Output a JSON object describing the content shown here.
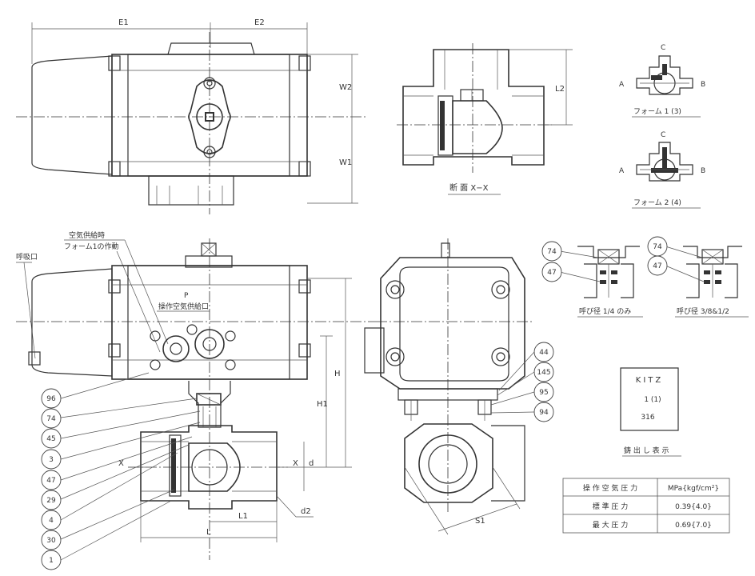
{
  "dimensions": {
    "e1": "E1",
    "e2": "E2",
    "w1": "W1",
    "w2": "W2",
    "l2": "L2",
    "h": "H",
    "h1": "H1",
    "l": "L",
    "l1": "L1",
    "d": "d",
    "d2": "d2",
    "s1": "S1"
  },
  "section_label": "断 面 X−X",
  "port_letters": {
    "a": "A",
    "b": "B",
    "c": "C"
  },
  "forms": [
    "フォーム 1 (3)",
    "フォーム 2 (4)"
  ],
  "section_markers": {
    "left": "X",
    "right": "X"
  },
  "annotations": {
    "air_supply": "空気供給時",
    "form1_action": "フォーム1の作動",
    "breath_port": "呼吸口",
    "port_p": "P",
    "op_air_port": "操作空気供給口",
    "size_quarter": "呼び径 1/4 のみ",
    "size_3_8": "呼び径 3/8&1/2"
  },
  "left_balloons": [
    "96",
    "74",
    "45",
    "3",
    "47",
    "29",
    "4",
    "30",
    "1"
  ],
  "right_balloons": [
    "44",
    "145",
    "95",
    "94"
  ],
  "detail_balloons": {
    "quarter": [
      "74",
      "47"
    ],
    "three_eighth": [
      "74",
      "47"
    ]
  },
  "cast_mark": {
    "brand": "KITZ",
    "line2": "1 (1)",
    "line3": "316",
    "caption": "鋳 出 し 表 示"
  },
  "pressure_table": {
    "header": [
      "操 作 空 気 圧 力",
      "MPa{kgf/cm²}"
    ],
    "rows": [
      [
        "標 準 圧 力",
        "0.39{4.0}"
      ],
      [
        "最 大 圧 力",
        "0.69{7.0}"
      ]
    ]
  }
}
